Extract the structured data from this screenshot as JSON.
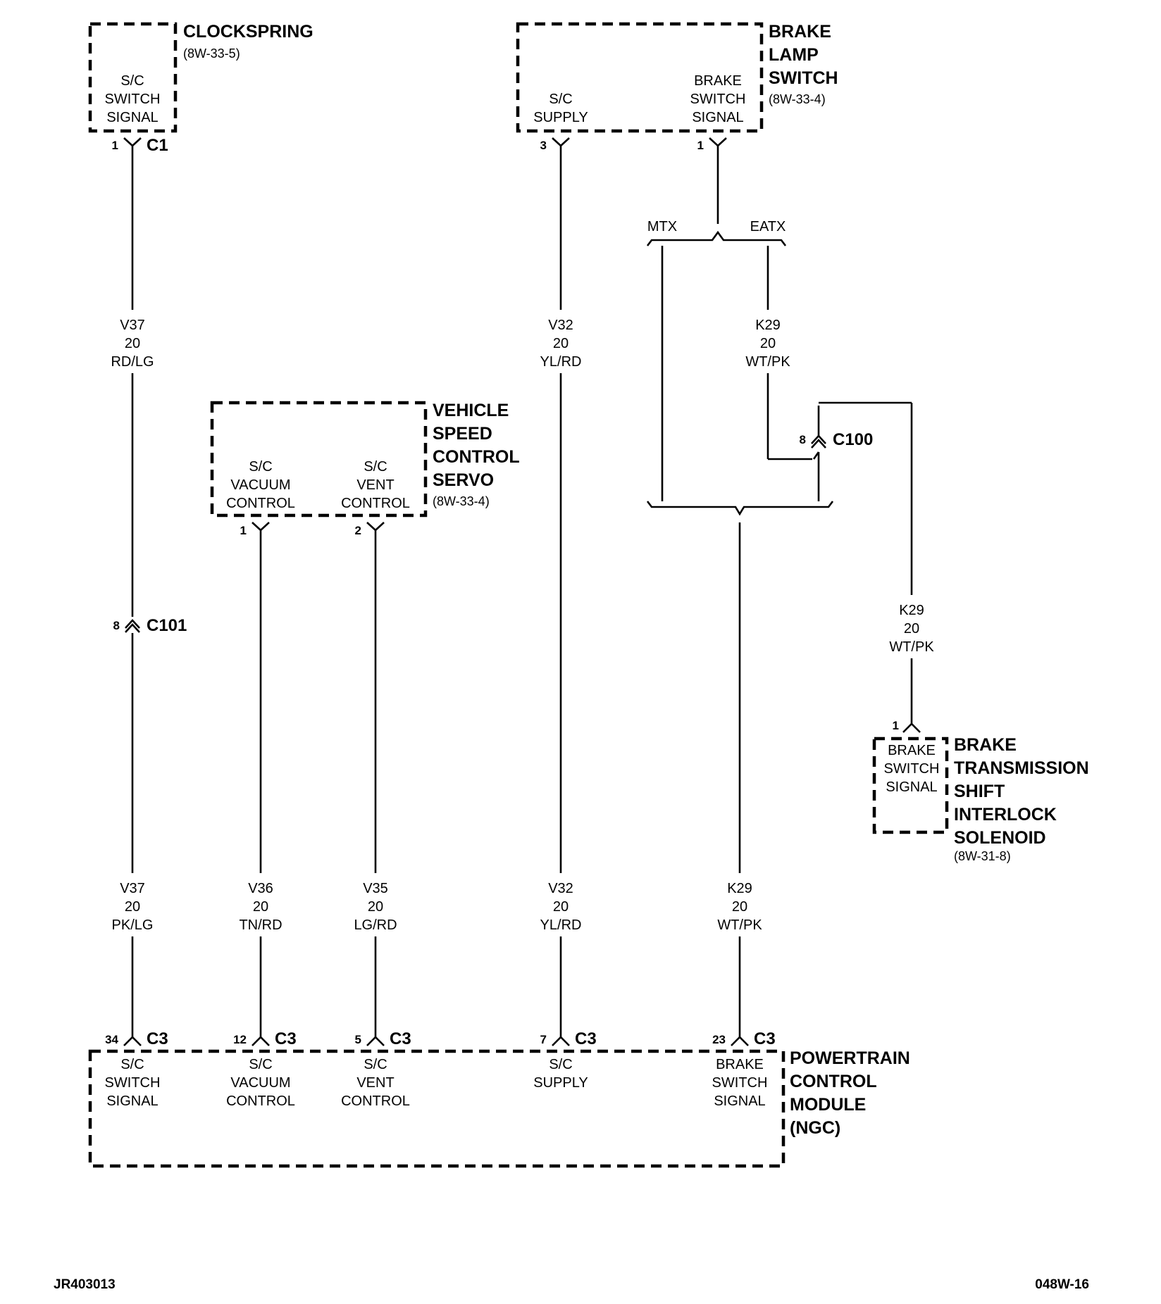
{
  "components": {
    "clockspring": {
      "title": "CLOCKSPRING",
      "ref": "(8W-33-5)",
      "pin_label": [
        "S/C",
        "SWITCH",
        "SIGNAL"
      ],
      "pin": "1",
      "connector": "C1"
    },
    "brake_lamp_switch": {
      "title": [
        "BRAKE",
        "LAMP",
        "SWITCH"
      ],
      "ref": "(8W-33-4)",
      "pins": [
        {
          "label": [
            "S/C",
            "SUPPLY"
          ],
          "pin": "3"
        },
        {
          "label": [
            "BRAKE",
            "SWITCH",
            "SIGNAL"
          ],
          "pin": "1"
        }
      ]
    },
    "speed_control_servo": {
      "title": [
        "VEHICLE",
        "SPEED",
        "CONTROL",
        "SERVO"
      ],
      "ref": "(8W-33-4)",
      "pins": [
        {
          "label": [
            "S/C",
            "VACUUM",
            "CONTROL"
          ],
          "pin": "1"
        },
        {
          "label": [
            "S/C",
            "VENT",
            "CONTROL"
          ],
          "pin": "2"
        }
      ]
    },
    "shift_interlock": {
      "title": [
        "BRAKE",
        "TRANSMISSION",
        "SHIFT",
        "INTERLOCK",
        "SOLENOID"
      ],
      "ref": "(8W-31-8)",
      "pin_label": [
        "BRAKE",
        "SWITCH",
        "SIGNAL"
      ],
      "pin": "1"
    },
    "pcm": {
      "title": [
        "POWERTRAIN",
        "CONTROL",
        "MODULE",
        "(NGC)"
      ],
      "pins": [
        {
          "label": [
            "S/C",
            "SWITCH",
            "SIGNAL"
          ],
          "pin": "34",
          "connector": "C3"
        },
        {
          "label": [
            "S/C",
            "VACUUM",
            "CONTROL"
          ],
          "pin": "12",
          "connector": "C3"
        },
        {
          "label": [
            "S/C",
            "VENT",
            "CONTROL"
          ],
          "pin": "5",
          "connector": "C3"
        },
        {
          "label": [
            "S/C",
            "SUPPLY"
          ],
          "pin": "7",
          "connector": "C3"
        },
        {
          "label": [
            "BRAKE",
            "SWITCH",
            "SIGNAL"
          ],
          "pin": "23",
          "connector": "C3"
        }
      ]
    }
  },
  "inline_connectors": {
    "c101": {
      "pin": "8",
      "name": "C101"
    },
    "c100": {
      "pin": "8",
      "name": "C100"
    }
  },
  "splice_labels": {
    "mtx": "MTX",
    "eatx": "EATX"
  },
  "wires": [
    {
      "circuit": "V37",
      "gauge": "20",
      "color": "RD/LG"
    },
    {
      "circuit": "V32",
      "gauge": "20",
      "color": "YL/RD"
    },
    {
      "circuit": "K29",
      "gauge": "20",
      "color": "WT/PK"
    },
    {
      "circuit": "K29",
      "gauge": "20",
      "color": "WT/PK"
    },
    {
      "circuit": "V37",
      "gauge": "20",
      "color": "PK/LG"
    },
    {
      "circuit": "V36",
      "gauge": "20",
      "color": "TN/RD"
    },
    {
      "circuit": "V35",
      "gauge": "20",
      "color": "LG/RD"
    },
    {
      "circuit": "V32",
      "gauge": "20",
      "color": "YL/RD"
    },
    {
      "circuit": "K29",
      "gauge": "20",
      "color": "WT/PK"
    }
  ],
  "footer": {
    "left": "JR403013",
    "right": "048W-16"
  }
}
